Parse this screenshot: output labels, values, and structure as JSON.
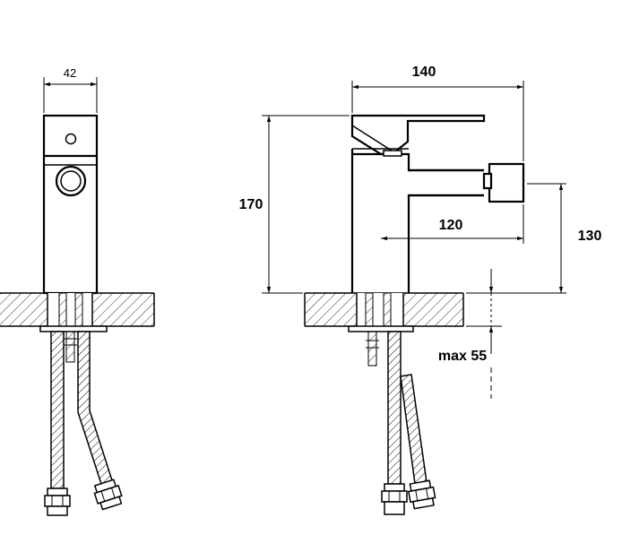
{
  "dimensions": {
    "front_width": "42",
    "side_width": "140",
    "total_height": "170",
    "spout_reach": "120",
    "spout_height": "130",
    "max_deck_thickness": "max 55"
  }
}
